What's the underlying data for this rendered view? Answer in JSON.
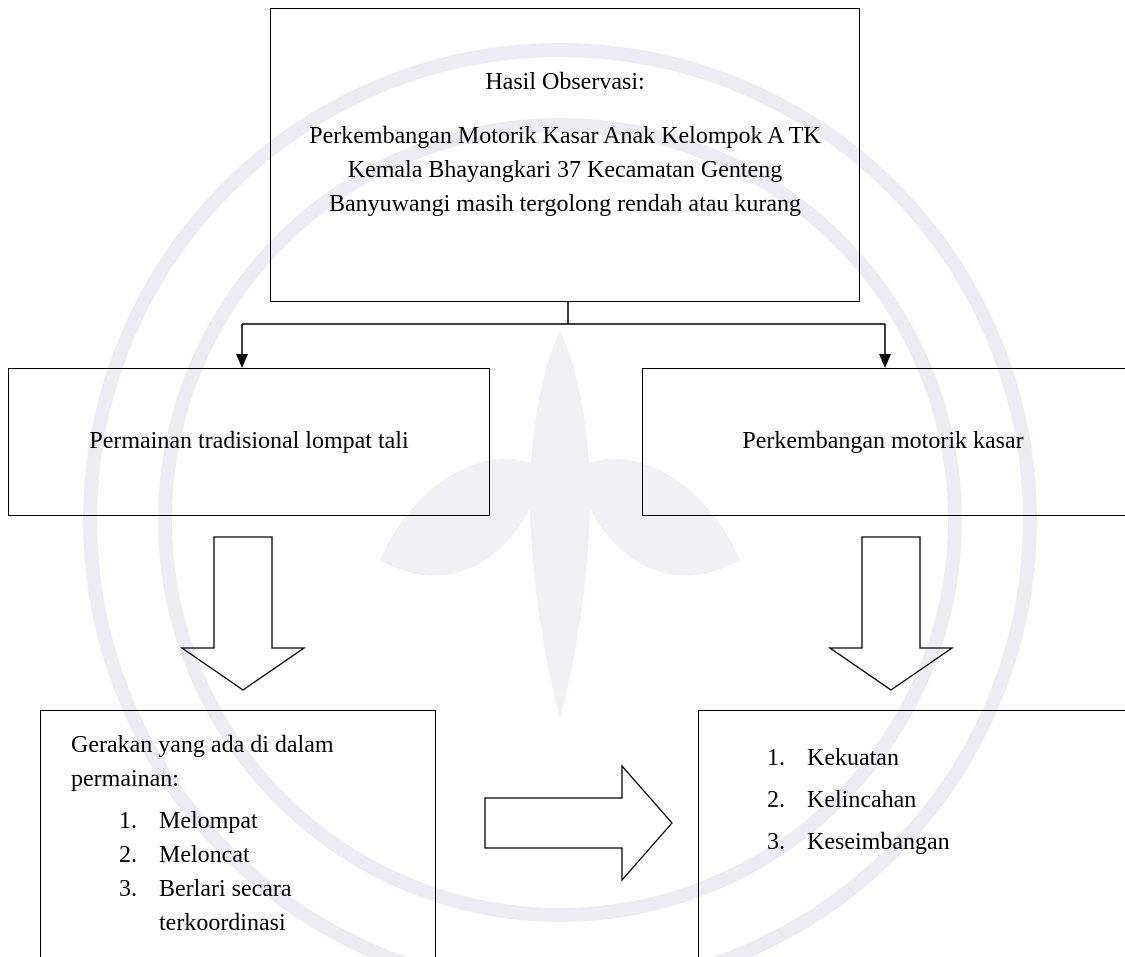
{
  "top_box": {
    "heading": "Hasil Observasi:",
    "body": "Perkembangan Motorik Kasar Anak Kelompok A TK Kemala Bhayangkari 37 Kecamatan Genteng Banyuwangi masih tergolong rendah atau kurang"
  },
  "left_box": {
    "label": "Permainan tradisional lompat tali"
  },
  "right_box": {
    "label": "Perkembangan motorik kasar"
  },
  "left_bottom_box": {
    "intro": "Gerakan yang ada di dalam permainan:",
    "items": [
      {
        "num": "1.",
        "text": "Melompat"
      },
      {
        "num": "2.",
        "text": "Meloncat"
      },
      {
        "num": "3.",
        "text": "Berlari secara terkoordinasi"
      }
    ]
  },
  "right_bottom_box": {
    "items": [
      {
        "num": "1.",
        "text": "Kekuatan"
      },
      {
        "num": "2.",
        "text": "Kelincahan"
      },
      {
        "num": "3.",
        "text": "Keseimbangan"
      }
    ]
  },
  "colors": {
    "line": "#000000",
    "watermark": "#e8e8ef"
  }
}
